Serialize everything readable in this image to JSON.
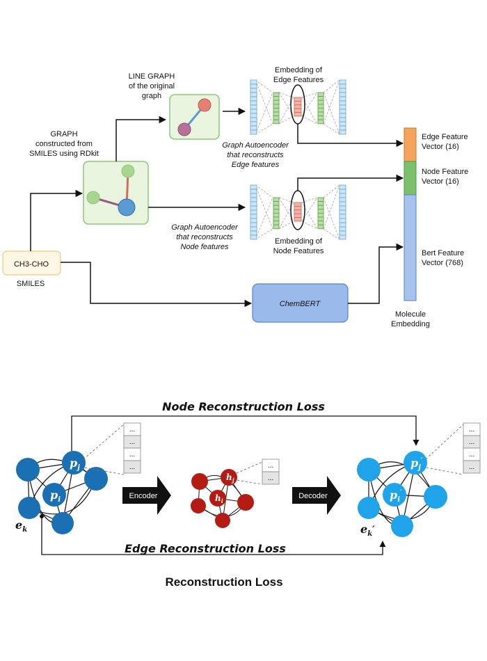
{
  "colors": {
    "edge_vec": "#f5a55b",
    "node_vec": "#7cc06c",
    "bert_vec": "#a6c3ee",
    "chembert": "#9bbaec",
    "graph_box_fill": "#eaf5e0",
    "graph_box_border": "#8ec77b",
    "smiles_fill": "#fff7e6",
    "smiles_border": "#f0c882",
    "enc_node": "#1b6fb3",
    "lat_node": "#b31b13",
    "dec_node": "#1fa3ea",
    "feat_blue": "#cbe6f6",
    "feat_green": "#b8dfa3",
    "feat_red": "#f4b2a6"
  },
  "top": {
    "line_graph_label": [
      "LINE GRAPH",
      "of the original",
      "graph"
    ],
    "graph_label": [
      "GRAPH",
      "constructed from",
      "SMILES using RDkit"
    ],
    "edge_embedding_label": [
      "Embedding of",
      "Edge Features"
    ],
    "edge_ae_label": [
      "Graph Autoencoder",
      "that reconstructs",
      "Edge features"
    ],
    "node_ae_label": [
      "Graph Autoencoder",
      "that reconstructs",
      "Node features"
    ],
    "node_embedding_label": [
      "Embedding of",
      "Node Features"
    ],
    "smiles_value": "CH3-CHO",
    "smiles_label": "SMILES",
    "chembert_label": "ChemBERT",
    "edge_vec_label": [
      "Edge Feature",
      "Vector (16)"
    ],
    "node_vec_label": [
      "Node Feature",
      "Vector (16)"
    ],
    "bert_vec_label": [
      "Bert Feature",
      "Vector (768)"
    ],
    "molecule_label": [
      "Molecule",
      "Embedding"
    ]
  },
  "bottom": {
    "node_loss_label": "Node Reconstruction Loss",
    "edge_loss_label": "Edge Reconstruction Loss",
    "encoder_label": "Encoder",
    "decoder_label": "Decoder",
    "caption": "Reconstruction Loss",
    "feat_dots": "...",
    "pj": "p",
    "pj_sub": "j",
    "pi": "p",
    "pi_sub": "i",
    "hj": "h",
    "hj_sub": "j",
    "hi": "h",
    "hi_sub": "i",
    "ek": "e",
    "ek_sub": "k",
    "prime": "′"
  }
}
